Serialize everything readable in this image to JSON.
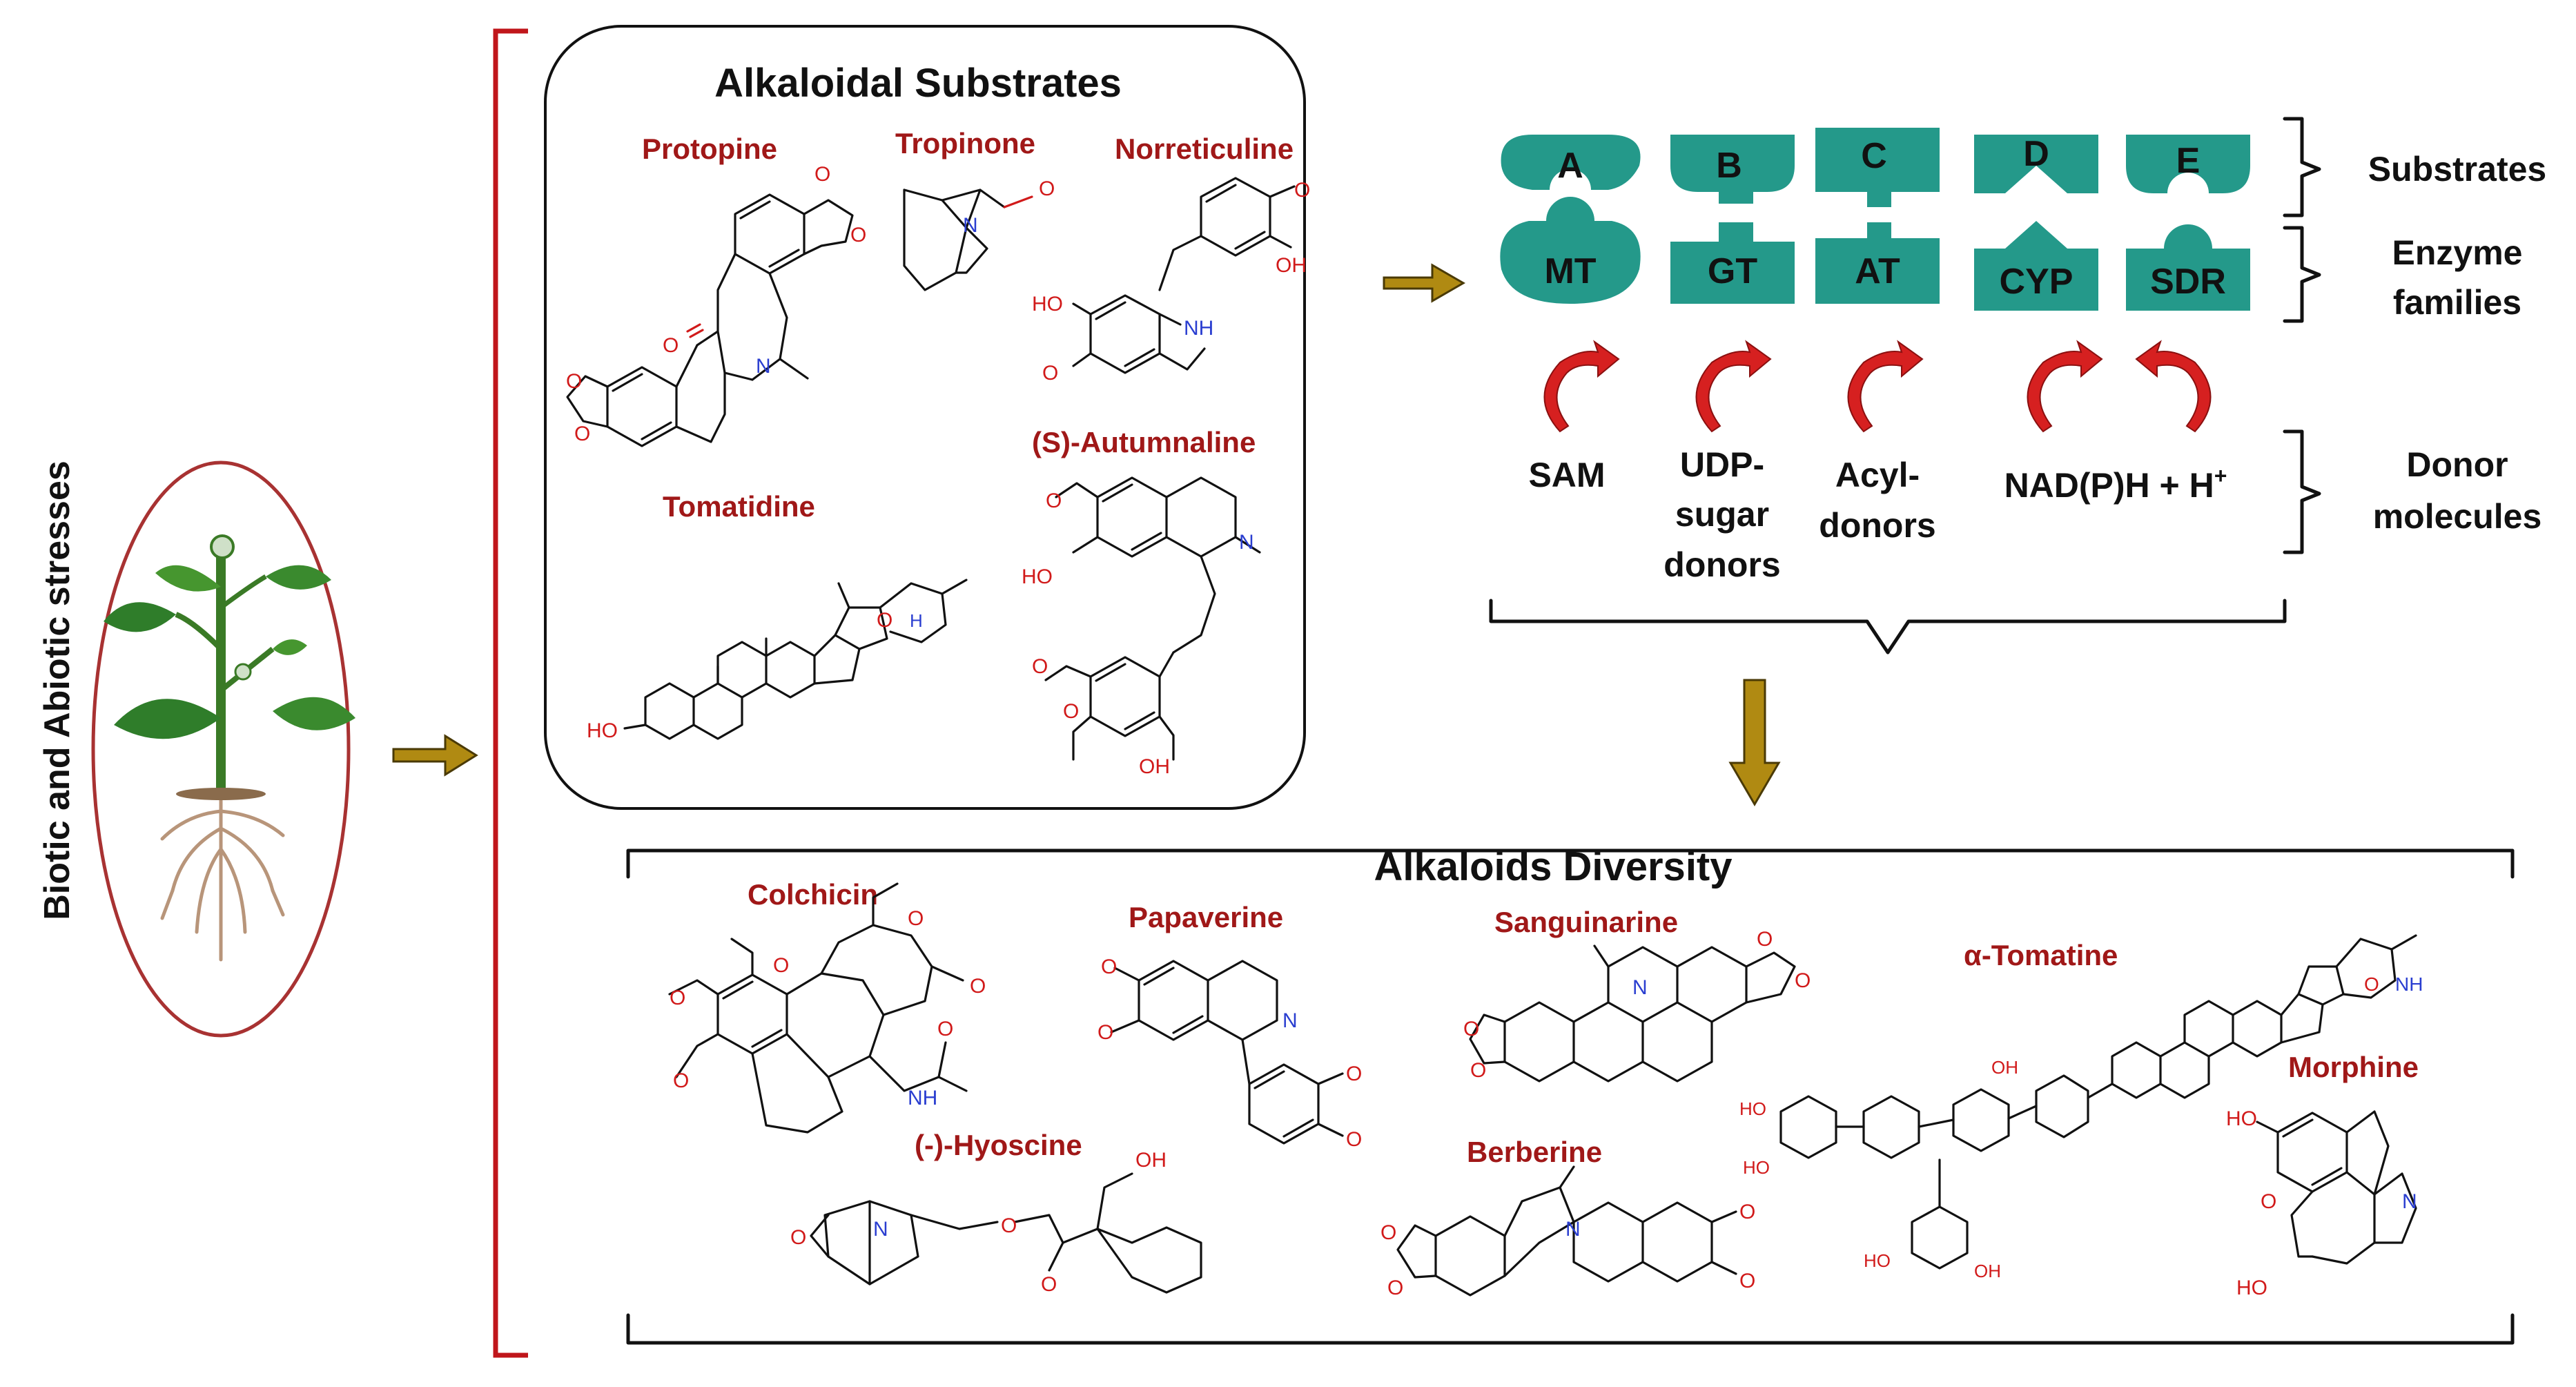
{
  "side_label": "Biotic and Abiotic stresses",
  "substrates_box": {
    "title": "Alkaloidal Substrates",
    "compounds": [
      "Protopine",
      "Tropinone",
      "Norreticuline",
      "(S)-Autumnaline",
      "Tomatidine"
    ]
  },
  "enzymes": {
    "substrate_letters": [
      "A",
      "B",
      "C",
      "D",
      "E"
    ],
    "family_labels": [
      "MT",
      "GT",
      "AT",
      "CYP",
      "SDR"
    ],
    "donors": {
      "sam": "SAM",
      "udp": [
        "UDP-",
        "sugar",
        "donors"
      ],
      "acyl": [
        "Acyl-",
        "donors"
      ],
      "nadph": "NAD(P)H + H",
      "nadph_sup": "+"
    },
    "brace_labels": {
      "substrates": "Substrates",
      "enzyme_families": [
        "Enzyme",
        "families"
      ],
      "donor_molecules": [
        "Donor",
        "molecules"
      ]
    }
  },
  "diversity_box": {
    "title": "Alkaloids Diversity",
    "compounds": [
      "Colchicin",
      "Papaverine",
      "Sanguinarine",
      "α-Tomatine",
      "Morphine",
      "(-)-Hyoscine",
      "Berberine"
    ]
  },
  "atoms": {
    "O": "O",
    "N": "N",
    "OH": "OH",
    "HO": "HO",
    "NH": "NH",
    "H": "H",
    "Nplus": "N",
    "plus": "+"
  },
  "colors": {
    "enzyme": "#24998a",
    "compound_label": "#a01818",
    "oxygen": "#d11a1a",
    "nitrogen": "#2a3ed0",
    "donor_arrow": "#d62020",
    "flow_arrow": "#b08a12",
    "bracket_red": "#c0161b"
  }
}
